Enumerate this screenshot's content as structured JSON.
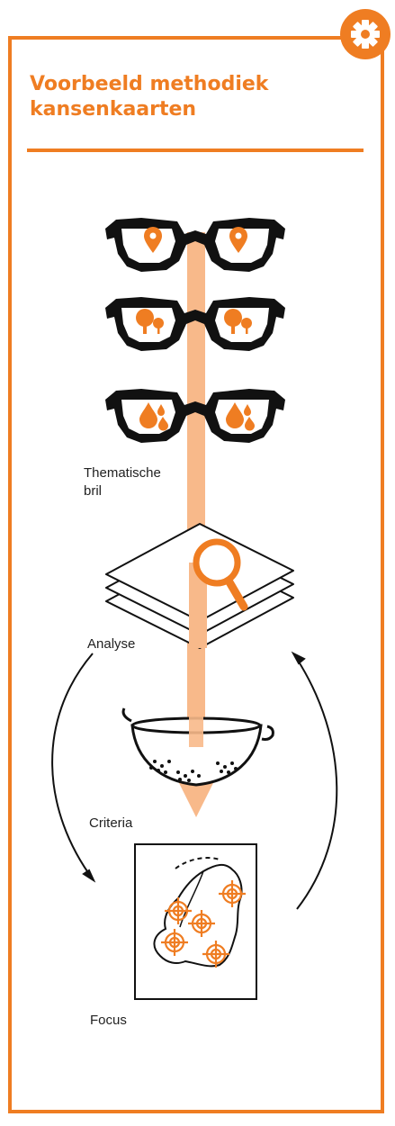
{
  "title": {
    "line1": "Voorbeeld methodiek",
    "line2": "kansenkaarten"
  },
  "labels": {
    "thematic_line1": "Thematische",
    "thematic_line2": "bril",
    "analyse": "Analyse",
    "criteria": "Criteria",
    "focus": "Focus"
  },
  "icons": {
    "badge": "gear-icon",
    "glasses_1": "location-pin-icon",
    "glasses_2": "trees-icon",
    "glasses_3": "water-drops-icon",
    "analyse": "magnifier-icon",
    "criteria": "colander-icon",
    "focus": "map-target-icon"
  },
  "colors": {
    "accent": "#ef7d22",
    "flow": "#f8b98a",
    "ink": "#111111"
  }
}
